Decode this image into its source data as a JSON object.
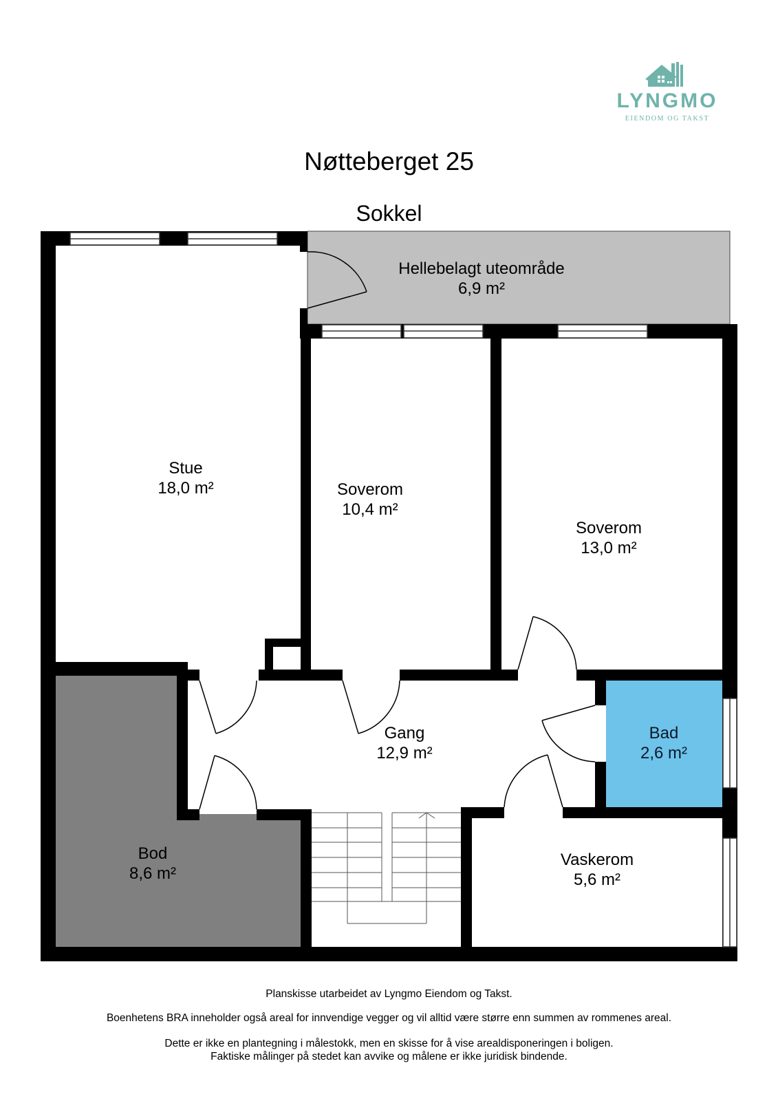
{
  "logo": {
    "name": "LYNGMO",
    "tagline": "EIENDOM OG TAKST",
    "color": "#6fb3aa"
  },
  "header": {
    "title": "Nøtteberget 25",
    "floor": "Sokkel"
  },
  "colors": {
    "wall": "#000000",
    "outdoor": "#c0c0c0",
    "storage": "#808080",
    "bathroom": "#6ec3ea",
    "room": "#ffffff"
  },
  "rooms": [
    {
      "name": "Hellebelagt uteområde",
      "area": "6,9 m²"
    },
    {
      "name": "Stue",
      "area": "18,0 m²"
    },
    {
      "name": "Soverom",
      "area": "10,4 m²"
    },
    {
      "name": "Soverom",
      "area": "13,0 m²"
    },
    {
      "name": "Gang",
      "area": "12,9 m²"
    },
    {
      "name": "Bad",
      "area": "2,6 m²"
    },
    {
      "name": "Bod",
      "area": "8,6 m²"
    },
    {
      "name": "Vaskerom",
      "area": "5,6 m²"
    }
  ],
  "footer": {
    "line1": "Planskisse utarbeidet av Lyngmo Eiendom og Takst.",
    "line2": "Boenhetens BRA inneholder også areal for innvendige vegger og vil alltid være større enn summen av rommenes areal.",
    "line3": "Dette er ikke en plantegning i målestokk, men en skisse for å vise  arealdisponeringen i boligen.",
    "line4": "Faktiske målinger på stedet kan avvike og målene er ikke juridisk bindende."
  }
}
